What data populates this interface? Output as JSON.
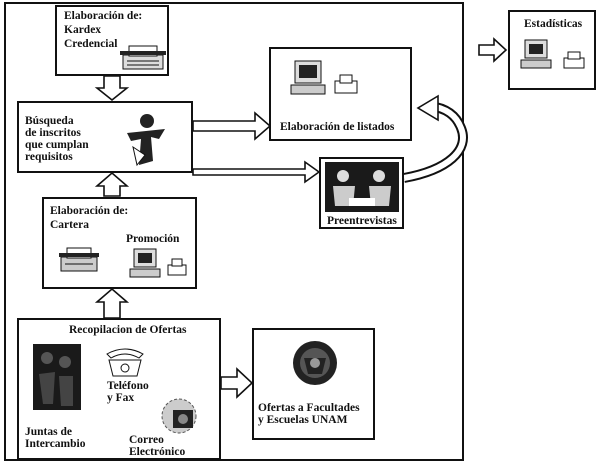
{
  "diagram": {
    "kardex_title": [
      "Elaboración de:",
      "Kardex",
      "Credencial"
    ],
    "busqueda": [
      "Búsqueda",
      "de inscritos",
      "que cumplan",
      "requisitos"
    ],
    "elaboracion_listados": "Elaboración de listados",
    "preentrevistas": "Preentrevistas",
    "estadisticas": "Estadísticas",
    "cartera_title": "Elaboración de:",
    "cartera": "Cartera",
    "promocion": "Promoción",
    "recopilacion": "Recopilacion de Ofertas",
    "telefono": [
      "Teléfono",
      "y Fax"
    ],
    "juntas": [
      "Juntas de",
      "Intercambio"
    ],
    "correo": [
      "Correo",
      "Electrónico"
    ],
    "ofertas": [
      "Ofertas a Facultades",
      "y Escuelas UNAM"
    ]
  },
  "icons": [
    "computer-icon",
    "typewriter-icon",
    "fax-icon",
    "telephone-icon",
    "handshake-icon",
    "people-icon",
    "unam-seal-icon",
    "person-icon"
  ]
}
